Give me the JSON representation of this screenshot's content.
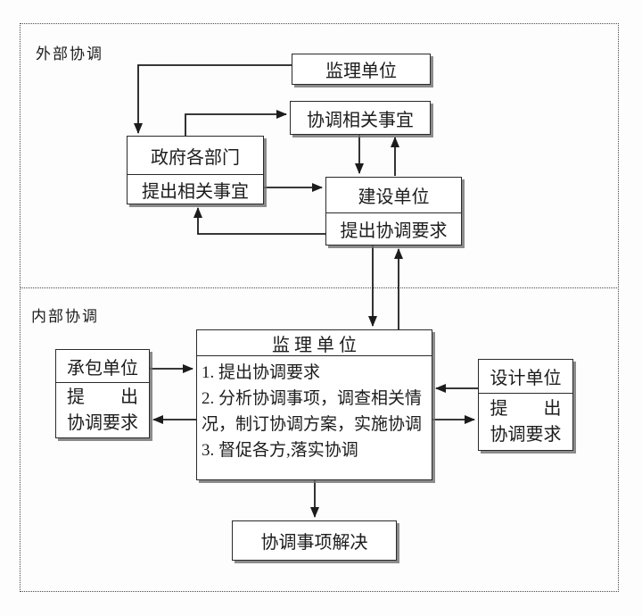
{
  "diagram": {
    "title_hint": "监理协调工作流程图",
    "theme": {
      "ink": "#1c1c1c",
      "box_fill": "#ffffff",
      "box_shadow": "#6e6e6e",
      "background": "#fdfdfd"
    },
    "sections": {
      "external": {
        "label": "外部协调"
      },
      "internal": {
        "label": "内部协调"
      }
    },
    "nodes": {
      "ext_supervision": {
        "title": "监理单位"
      },
      "ext_matters": {
        "title": "协调相关事宜"
      },
      "government": {
        "title": "政府各部门",
        "subtitle": "提出相关事宜"
      },
      "construction": {
        "title": "建设单位",
        "subtitle": "提出协调要求"
      },
      "int_supervision": {
        "title": "监 理 单 位",
        "lines": [
          "1. 提出协调要求",
          "2. 分析协调事项，调查相关情",
          "况，制订协调方案，实施协调",
          "3. 督促各方,落实协调"
        ]
      },
      "contractor": {
        "title": "承包单位",
        "sub_line1": "提　　出",
        "sub_line2": "协调要求"
      },
      "design": {
        "title": "设计单位",
        "sub_line1": "提　　出",
        "sub_line2": "协调要求"
      },
      "resolved": {
        "title": "协调事项解决"
      }
    },
    "edges": [
      "ext_supervision -> government",
      "government -> ext_matters",
      "ext_matters -> construction",
      "construction -> ext_matters",
      "government -> construction",
      "construction -> government",
      "construction -> int_supervision",
      "int_supervision -> construction",
      "contractor -> int_supervision",
      "int_supervision -> contractor",
      "design -> int_supervision",
      "int_supervision -> design",
      "int_supervision -> resolved"
    ]
  }
}
